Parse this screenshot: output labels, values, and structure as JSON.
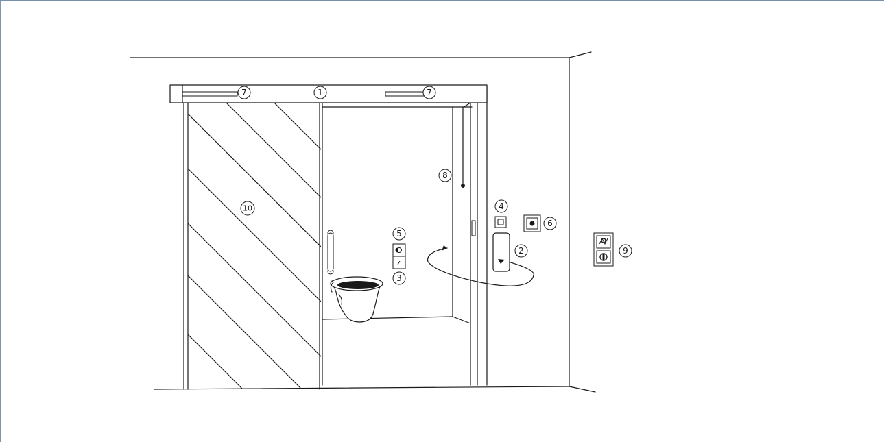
{
  "frame": {
    "border_color": "#4a6a8a"
  },
  "callouts": {
    "c1": "1",
    "c2": "2",
    "c3": "3",
    "c4": "4",
    "c5": "5",
    "c6": "6",
    "c7a": "7",
    "c7b": "7",
    "c8": "8",
    "c9": "9",
    "c10": "10"
  },
  "icons": {
    "toilet": "toilet-icon",
    "grab_bar": "grab-bar-icon",
    "pull_cord": "pull-cord-icon",
    "control_panel": "control-panel-icon",
    "push_button": "push-button-icon",
    "key_switch": "key-switch-icon"
  }
}
